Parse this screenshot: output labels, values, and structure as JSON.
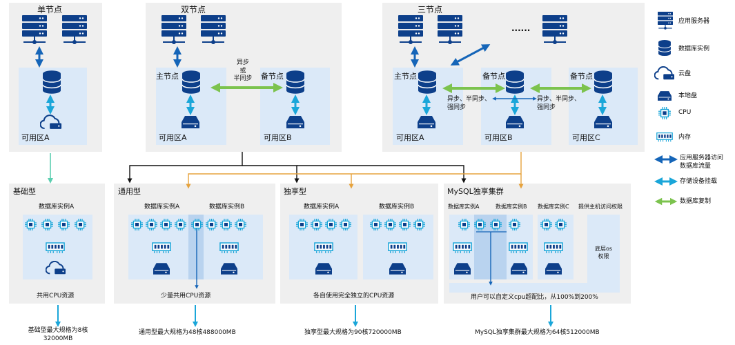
{
  "colors": {
    "panel_bg": "#efefef",
    "zone_bg": "#dbe9f8",
    "icon_dark": "#0d3f8a",
    "access_arrow": "#1565b8",
    "storage_arrow": "#1aa6d9",
    "replication_arrow": "#7cc34e",
    "connector_black": "#111111",
    "connector_orange": "#e6a23c",
    "connector_teal": "#5ccfb0"
  },
  "top_panels": {
    "single": {
      "title": "单节点",
      "zone_label": "可用区A"
    },
    "double": {
      "title": "双节点",
      "primary": "主节点",
      "standby": "备节点",
      "sync_label": "异步\n或\n半同步",
      "zone_a": "可用区A",
      "zone_b": "可用区B"
    },
    "triple": {
      "title": "三节点",
      "primary": "主节点",
      "standby_1": "备节点",
      "standby_2": "备节点",
      "ellipsis": "......",
      "sync_label_1": "异步、半同步、\n强同步",
      "sync_label_2": "异步、半同步、\n强同步",
      "zone_a": "可用区A",
      "zone_b": "可用区B",
      "zone_c": "可用区C"
    }
  },
  "legend": [
    {
      "icon": "app-server-icon",
      "label": "应用服务器"
    },
    {
      "icon": "database-instance-icon",
      "label": "数据库实例"
    },
    {
      "icon": "cloud-disk-icon",
      "label": "云盘"
    },
    {
      "icon": "local-disk-icon",
      "label": "本地盘"
    },
    {
      "icon": "cpu-icon",
      "label": "CPU"
    },
    {
      "icon": "memory-icon",
      "label": "内存"
    },
    {
      "icon": "access-arrow-icon",
      "label": "应用服务器访问\n数据库流量"
    },
    {
      "icon": "storage-arrow-icon",
      "label": "存储设备挂载"
    },
    {
      "icon": "replication-arrow-icon",
      "label": "数据库复制"
    }
  ],
  "bottom_panels": {
    "basic": {
      "title": "基础型",
      "instance_a": "数据库实例A",
      "footer": "共用CPU资源",
      "spec": "基础型最大规格为8核\n32000MB"
    },
    "general": {
      "title": "通用型",
      "instance_a": "数据库实例A",
      "instance_b": "数据库实例B",
      "footer": "少量共用CPU资源",
      "spec": "通用型最大规格为48核488000MB"
    },
    "dedicated": {
      "title": "独享型",
      "instance_a": "数据库实例A",
      "instance_b": "数据库实例B",
      "footer": "各自使用完全独立的CPU资源",
      "spec": "独享型最大规格为90核720000MB"
    },
    "cluster": {
      "title": "MySQL独享集群",
      "instance_a": "数据库实例A",
      "instance_b": "数据库实例B",
      "instance_c": "数据库实例C",
      "host_access": "提供主机访问权限",
      "os_label": "底层os\n权限",
      "footer": "用户可以自定义cpu超配比，从100%到200%",
      "spec": "MySQL独享集群最大规格为64核512000MB"
    }
  }
}
